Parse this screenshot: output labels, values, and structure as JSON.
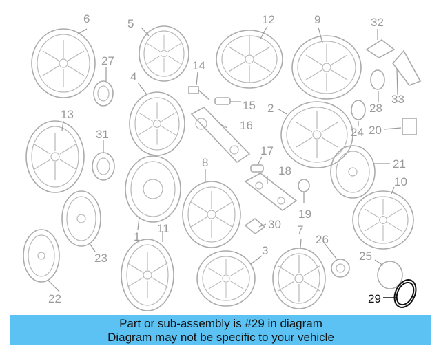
{
  "diagram": {
    "callouts": [
      "1",
      "2",
      "3",
      "4",
      "5",
      "6",
      "7",
      "8",
      "9",
      "10",
      "11",
      "12",
      "13",
      "14",
      "15",
      "16",
      "17",
      "18",
      "19",
      "20",
      "21",
      "22",
      "23",
      "24",
      "25",
      "26",
      "27",
      "28",
      "29",
      "30",
      "31",
      "32",
      "33"
    ],
    "highlighted_part": "29",
    "colors": {
      "line": "#ababab",
      "label": "#9a9a9a",
      "highlight": "#111111"
    }
  },
  "banner": {
    "line1": "Part or sub-assembly is #29 in diagram",
    "line2": "Diagram may not be specific to your vehicle",
    "background": "#5bc2f3"
  }
}
